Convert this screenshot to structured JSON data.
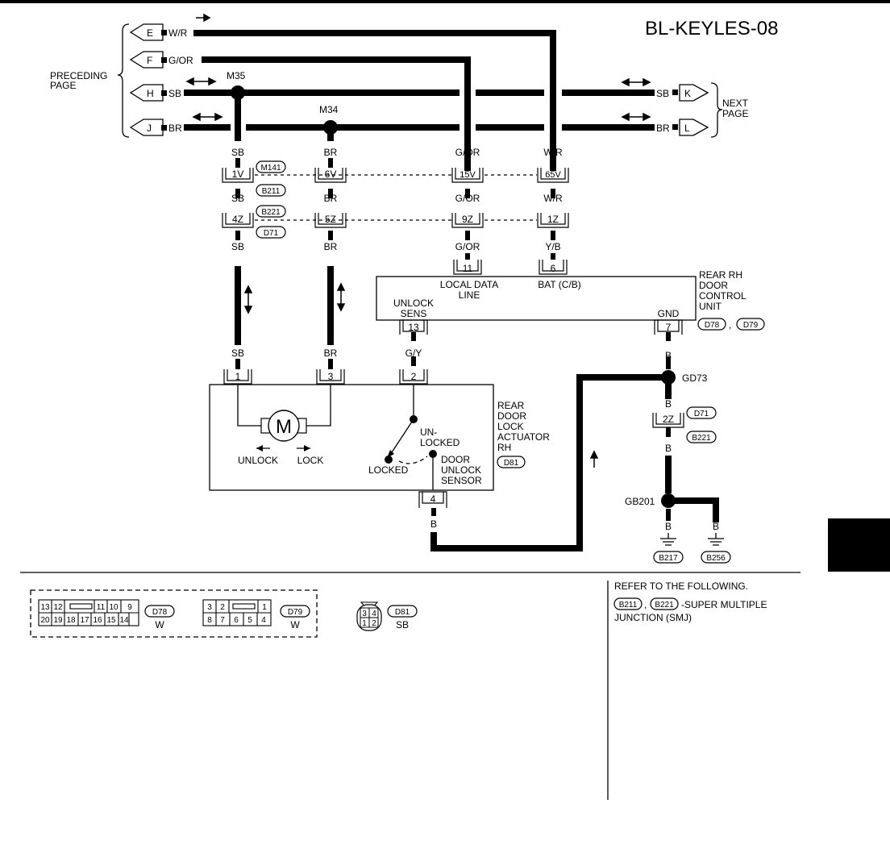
{
  "page_code": "BL-KEYLES-08",
  "preceding_page": [
    "PRECEDING",
    "PAGE"
  ],
  "next_page": [
    "NEXT",
    "PAGE"
  ],
  "left_connectors": [
    {
      "letter": "E",
      "wire": "W/R"
    },
    {
      "letter": "F",
      "wire": "G/OR"
    },
    {
      "letter": "H",
      "wire": "SB"
    },
    {
      "letter": "J",
      "wire": "BR"
    }
  ],
  "right_connectors": [
    {
      "letter": "K",
      "wire": "SB"
    },
    {
      "letter": "L",
      "wire": "BR"
    }
  ],
  "splices": {
    "m35": "M35",
    "m34": "M34"
  },
  "columns": [
    {
      "w1": "SB",
      "c1": "1V",
      "w2": "SB",
      "c2": "4Z",
      "w3": "SB",
      "w4": "SB"
    },
    {
      "w1": "BR",
      "c1": "6V",
      "w2": "BR",
      "c2": "5Z",
      "w3": "BR",
      "w4": "BR"
    },
    {
      "w1": "G/OR",
      "c1": "15V",
      "w2": "G/OR",
      "c2": "9Z",
      "w3": "G/OR"
    },
    {
      "w1": "W/R",
      "c1": "65V",
      "w2": "W/R",
      "c2": "1Z",
      "w3": "Y/B"
    }
  ],
  "conn_tags": {
    "m141": "M141",
    "b211": "B211",
    "b221": "B221",
    "d71": "D71"
  },
  "control_unit": {
    "name": [
      "REAR RH",
      "DOOR",
      "CONTROL",
      "UNIT"
    ],
    "tag1": "D78",
    "tag2": "D79",
    "comma": ",",
    "pin11": "11",
    "pin6": "6",
    "pin13": "13",
    "pin7": "7",
    "local_data": [
      "LOCAL DATA",
      "LINE"
    ],
    "bat": "BAT (C/B)",
    "unlock_sens": [
      "UNLOCK",
      "SENS"
    ],
    "gnd": "GND"
  },
  "wire_gy": "G/Y",
  "actuator": {
    "name": [
      "REAR",
      "DOOR",
      "LOCK",
      "ACTUATOR",
      "RH"
    ],
    "tag": "D81",
    "pin1": "1",
    "pin3": "3",
    "pin2": "2",
    "pin4": "4",
    "motor": "M",
    "unlock": "UNLOCK",
    "lock": "LOCK",
    "unlocked": [
      "UN-",
      "LOCKED"
    ],
    "locked": "LOCKED",
    "sensor": [
      "DOOR",
      "UNLOCK",
      "SENSOR"
    ],
    "wire_out": "B"
  },
  "ground": {
    "wire_b": "B",
    "gd73": "GD73",
    "conn": "2Z",
    "tag_d71": "D71",
    "tag_b221": "B221",
    "gb201": "GB201",
    "gnd1": "B217",
    "gnd2": "B256"
  },
  "refer": {
    "line1": "REFER TO THE FOLLOWING.",
    "tag1": "B211",
    "tag2": "B221",
    "comma": ",",
    "text": "-SUPER MULTIPLE",
    "line3": "JUNCTION (SMJ)"
  },
  "conn_views": {
    "d78": {
      "top": [
        "13",
        "12",
        "11",
        "10",
        "9"
      ],
      "bottom": [
        "20",
        "19",
        "18",
        "17",
        "16",
        "15",
        "14"
      ],
      "tag": "D78",
      "color": "W"
    },
    "d79": {
      "top": [
        "3",
        "2",
        "1"
      ],
      "bottom": [
        "8",
        "7",
        "6",
        "5",
        "4"
      ],
      "tag": "D79",
      "color": "W"
    },
    "d81": {
      "pins": [
        "3",
        "4",
        "1",
        "2"
      ],
      "tag": "D81",
      "color": "SB"
    }
  }
}
